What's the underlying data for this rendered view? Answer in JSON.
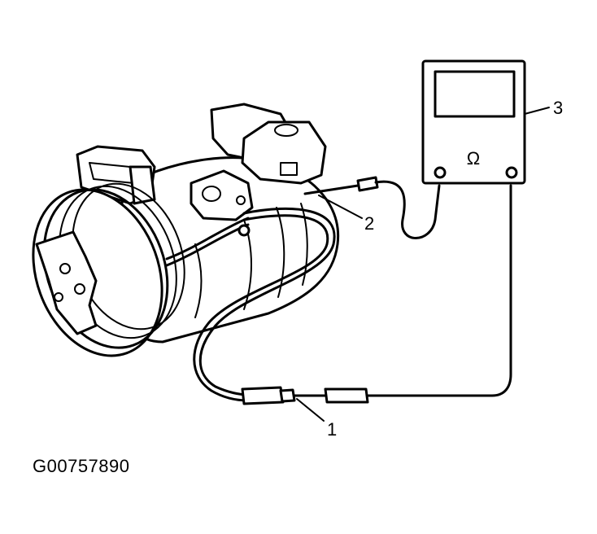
{
  "callouts": {
    "connector": "1",
    "lead": "2",
    "ohmmeter": "3"
  },
  "meter_symbol": "Ω",
  "figure_id": "G00757890",
  "icons": {
    "ohmmeter": "ohmmeter-icon",
    "compressor": "ac-compressor-icon"
  }
}
